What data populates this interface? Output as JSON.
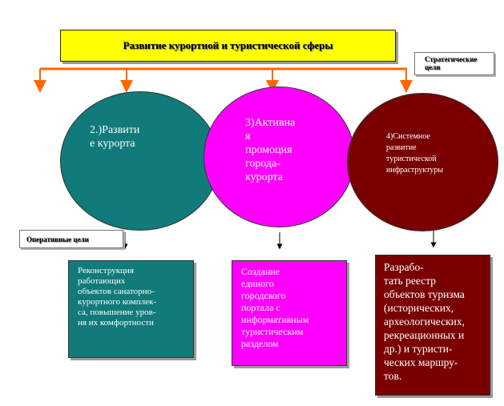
{
  "colors": {
    "title_bg": "#ffff00",
    "connector": "#ff6600",
    "teal": "#117a7a",
    "magenta": "#ff00ff",
    "maroon": "#7a0000"
  },
  "title": "Развитие курортной  и туристической сферы",
  "strategic_label_lines": [
    "Стратегические",
    "цели"
  ],
  "operational_label": "Оперативные цели",
  "goals": [
    {
      "lines": [
        "2.)Развити",
        "е курорта"
      ]
    },
    {
      "lines": [
        "3)Активна",
        "я",
        "промоция",
        "города-",
        "курорта"
      ]
    },
    {
      "lines": [
        "4)Системное",
        "развитие",
        "туристической",
        "инфраструктуры"
      ]
    }
  ],
  "tasks": [
    {
      "lines": [
        "Реконструкция",
        "работающих",
        "объектов санаторно-",
        "курортного комплек-",
        "са, повышение уров-",
        "ня их комфортности"
      ]
    },
    {
      "lines": [
        "Создание",
        "единого",
        "городского",
        "портала с",
        "информативным",
        "туристическим",
        "разделом"
      ]
    },
    {
      "lines": [
        "Разрабо-",
        "тать реестр",
        "объектов туризма",
        "(исторических,",
        "археологических,",
        "рекреационных и",
        "др.) и туристи-",
        "ческих маршру-",
        "тов."
      ]
    }
  ]
}
